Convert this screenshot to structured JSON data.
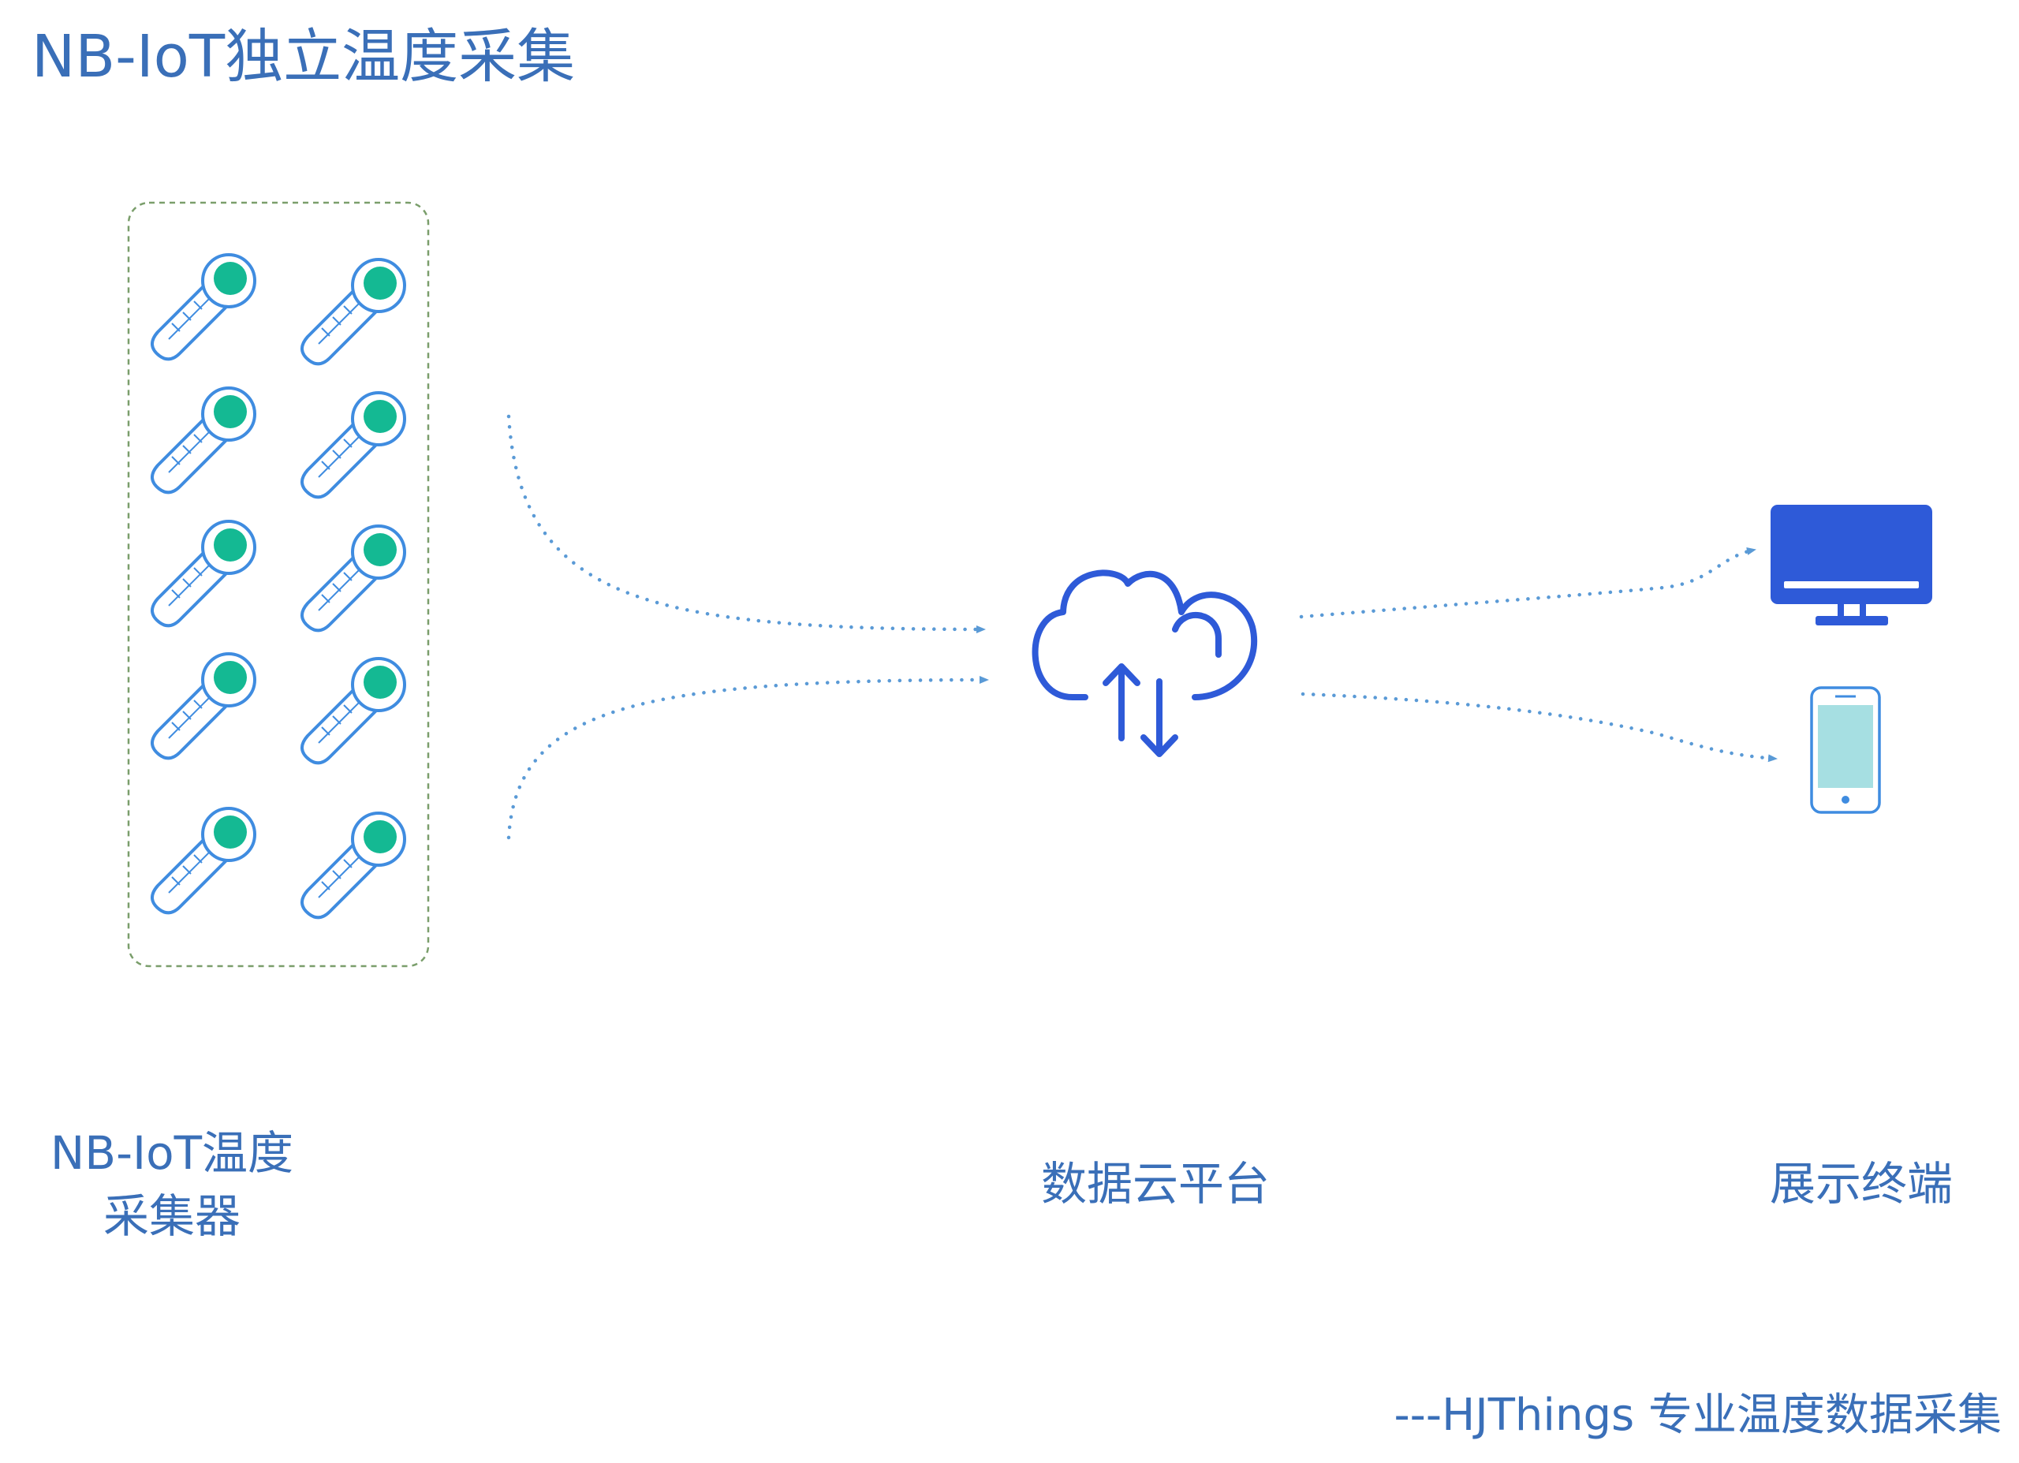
{
  "title": "NB-IoT独立温度采集",
  "labels": {
    "collector": "NB-IoT温度采集器",
    "cloud": "数据云平台",
    "terminal": "展示终端"
  },
  "footer": "---HJThings 专业温度数据采集",
  "colors": {
    "text": "#3a6fb8",
    "thermometer_bulb": "#14b993",
    "thermometer_outline": "#3f8ce0",
    "collector_border": "#7a9e6b",
    "flow_dots": "#5a9ad6",
    "cloud": "#2e5ad8",
    "monitor": "#2e5ad8",
    "phone_screen": "#a6dfe2"
  },
  "icons": {
    "sensor": "thermometer-icon",
    "cloud": "cloud-sync-icon",
    "desktop": "monitor-icon",
    "mobile": "phone-icon"
  }
}
